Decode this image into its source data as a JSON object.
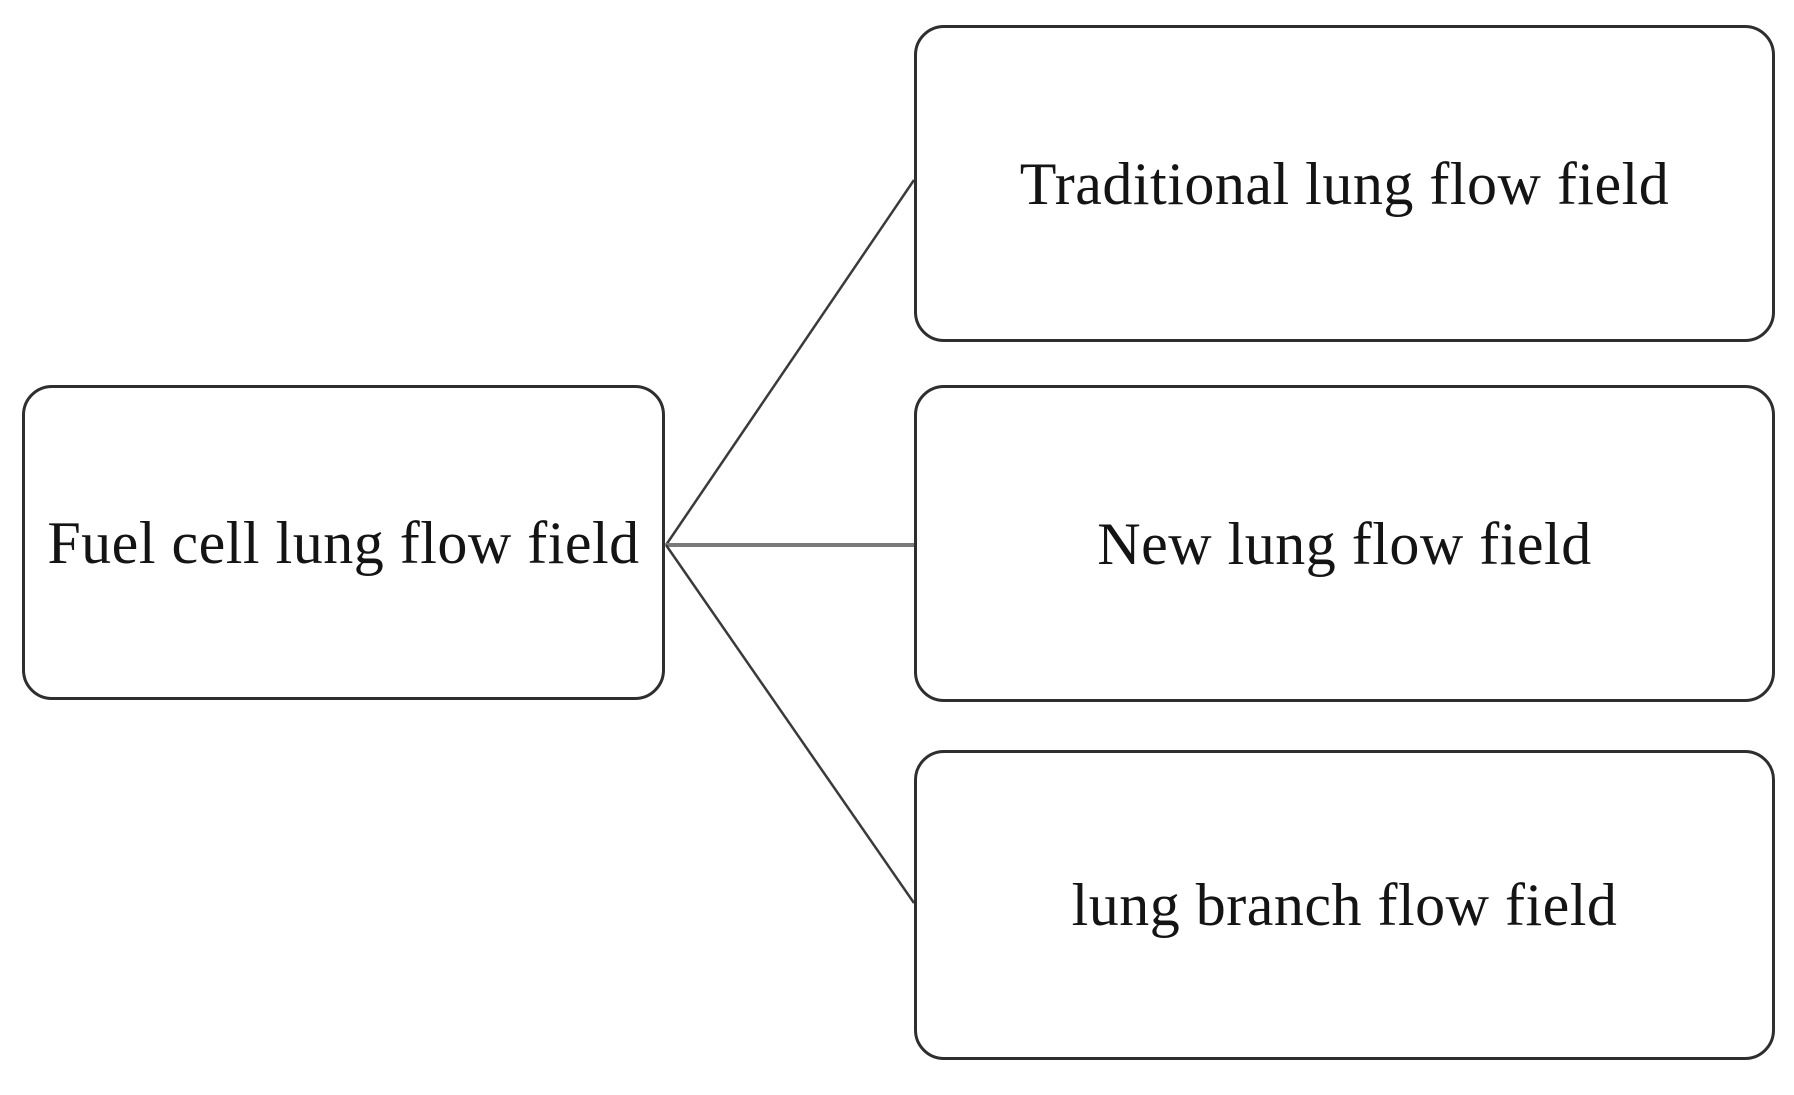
{
  "diagram": {
    "root": {
      "label": "Fuel cell lung flow field"
    },
    "children": [
      {
        "label": "Traditional lung flow field"
      },
      {
        "label": "New lung flow field"
      },
      {
        "label": "lung branch flow field"
      }
    ],
    "colors": {
      "background": "#ffffff",
      "box_border": "#2e2e2e",
      "text": "#141414",
      "connector_diagonal": "#3a3a3a",
      "connector_horizontal": "#7a7a7a"
    }
  }
}
